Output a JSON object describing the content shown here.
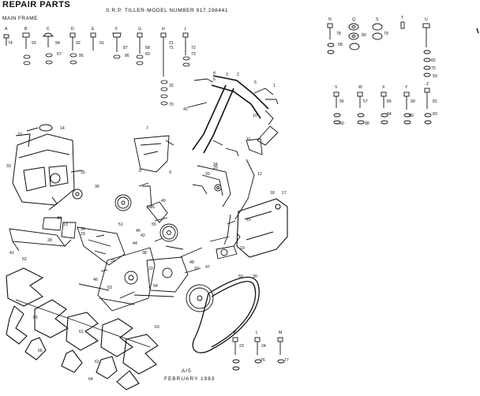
{
  "header": {
    "title": "REPAIR PARTS",
    "model": "S.R.P. TILLER-MODEL NUMBER 917.298441",
    "section": "MAIN FRAME"
  },
  "footer": {
    "page": "A/5",
    "date": "FEBRUARY 1983"
  },
  "fastener_key_letters": [
    "A",
    "B",
    "C",
    "D",
    "E",
    "F",
    "G",
    "H",
    "J",
    "N",
    "Q",
    "S",
    "T",
    "U",
    "V",
    "W",
    "X",
    "Y",
    "Z",
    "K",
    "L",
    "M"
  ],
  "ref_numbers": [
    "1",
    "2",
    "3",
    "4",
    "5",
    "6",
    "7",
    "8",
    "9",
    "10",
    "11",
    "12",
    "13",
    "14",
    "15",
    "16",
    "17",
    "18",
    "19",
    "20",
    "21",
    "22",
    "23",
    "24",
    "25",
    "26",
    "27",
    "28",
    "29",
    "30",
    "31",
    "32",
    "33",
    "34",
    "35",
    "36",
    "37",
    "38",
    "39",
    "40",
    "41",
    "42",
    "43",
    "44",
    "45",
    "46",
    "47",
    "48",
    "49",
    "50",
    "51",
    "52",
    "53",
    "54",
    "55",
    "56",
    "57",
    "58",
    "59",
    "60",
    "61",
    "62",
    "63",
    "64",
    "65",
    "66",
    "67",
    "68",
    "69",
    "70",
    "71",
    "72",
    "73",
    "74",
    "75",
    "76",
    "77",
    "78",
    "79",
    "80",
    "81",
    "82",
    "83",
    "84",
    "85",
    "86",
    "87",
    "88",
    "89",
    "90",
    "91",
    "92",
    "93",
    "94",
    "95"
  ]
}
